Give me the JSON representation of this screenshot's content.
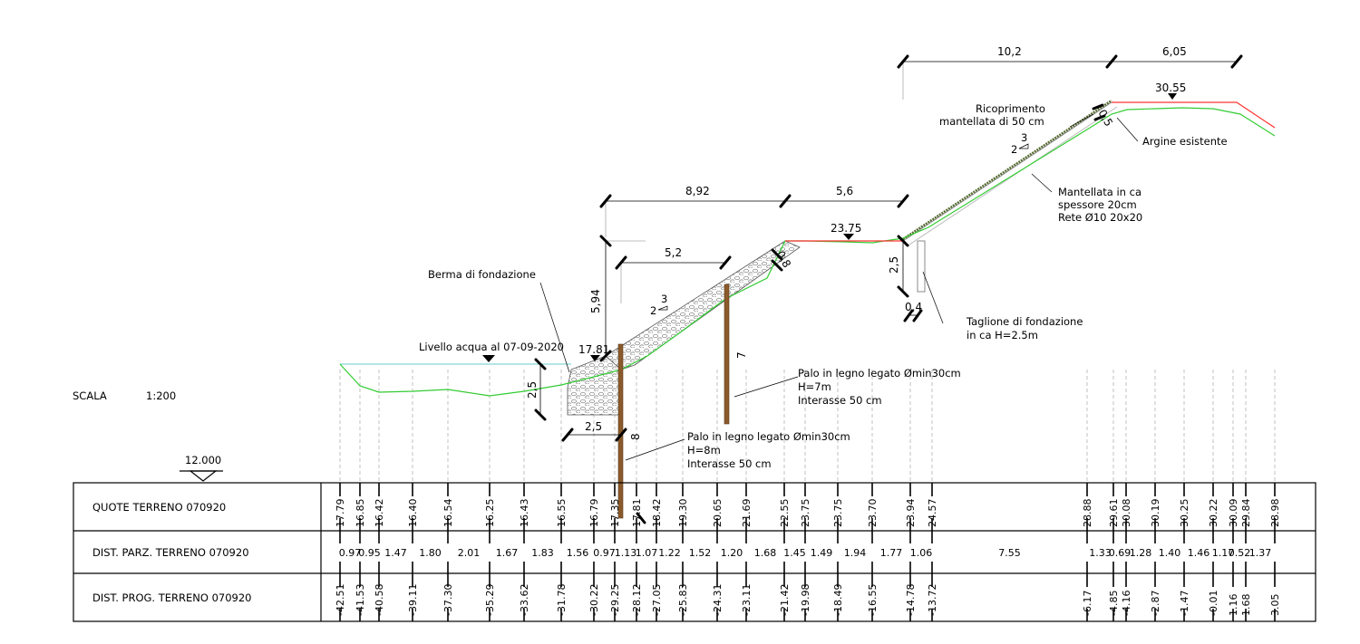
{
  "scale": {
    "label": "SCALA",
    "value": "1:200"
  },
  "datum": "12.000",
  "colors": {
    "terrain": "#33cc33",
    "project_top": "#ff3333",
    "water": "#66cccc",
    "ink": "#000000",
    "guide": "#999999",
    "pile": "#8b5a2b"
  },
  "dimensions": {
    "d_10_2": "10,2",
    "d_6_05": "6,05",
    "d_8_92": "8,92",
    "d_5_6": "5,6",
    "d_5_2": "5,2",
    "d_5_94": "5,94",
    "d_2_5_left": "2,5",
    "d_2_5_base": "2,5",
    "d_2_5_right": "2,5",
    "d_0_4": "0,4",
    "d_0_5": "0,5",
    "d_0_8": "0,8",
    "d_7": "7",
    "d_8": "8"
  },
  "elevations": {
    "crest": "30.55",
    "berm": "23.75",
    "toe": "17.81"
  },
  "slope_markers": [
    {
      "v": "3",
      "h": "2"
    },
    {
      "v": "3",
      "h": "2"
    }
  ],
  "annotations": {
    "berma": "Berma di fondazione",
    "livello": "Livello acqua al 07-09-2020",
    "ricoprimento": [
      "Ricoprimento",
      "mantellata di 50 cm"
    ],
    "argine": "Argine esistente",
    "mantellata": [
      "Mantellata in ca",
      "spessore 20cm",
      "Rete Ø10 20x20"
    ],
    "taglione": [
      "Taglione di fondazione",
      "in ca H=2.5m"
    ],
    "palo7": [
      "Palo in legno legato Ømin30cm",
      "H=7m",
      "Interasse 50 cm"
    ],
    "palo8": [
      "Palo in legno legato Ømin30cm",
      "H=8m",
      "Interasse 50 cm"
    ]
  },
  "table": {
    "rows": [
      "QUOTE TERRENO 070920",
      "DIST. PARZ. TERRENO 070920",
      "DIST. PROG. TERRENO 070920"
    ],
    "quote": [
      "17.79",
      "16.85",
      "16.42",
      "16.40",
      "16.54",
      "16.25",
      "16.43",
      "16.55",
      "16.79",
      "17.35",
      "17.81",
      "18.42",
      "19.30",
      "20.65",
      "21.69",
      "22.55",
      "23.75",
      "23.75",
      "23.70",
      "23.94",
      "24.57",
      "28.88",
      "29.61",
      "30.08",
      "30.19",
      "30.25",
      "30.22",
      "30.09",
      "29.84",
      "28.98"
    ],
    "parz": [
      "0.97",
      "0.95",
      "1.47",
      "1.80",
      "2.01",
      "1.67",
      "1.83",
      "1.56",
      "0.97",
      "1.13",
      "1.07",
      "1.22",
      "1.52",
      "1.20",
      "1.68",
      "1.45",
      "1.49",
      "1.94",
      "1.77",
      "1.06",
      "7.55",
      "1.33",
      "0.69",
      "1.28",
      "1.40",
      "1.46",
      "1.17",
      "0.52",
      "1.37"
    ],
    "prog": [
      "-42.51",
      "-41.53",
      "-40.58",
      "-39.11",
      "-37.30",
      "-35.29",
      "-33.62",
      "-31.78",
      "-30.22",
      "-29.25",
      "-28.12",
      "-27.05",
      "-25.83",
      "-24.31",
      "-23.11",
      "-21.42",
      "-19.98",
      "-18.49",
      "-16.55",
      "-14.78",
      "-13.72",
      "-6.17",
      "-4.85",
      "-4.16",
      "-2.87",
      "-1.47",
      "-0.01",
      "1.16",
      "1.68",
      "3.05"
    ]
  }
}
